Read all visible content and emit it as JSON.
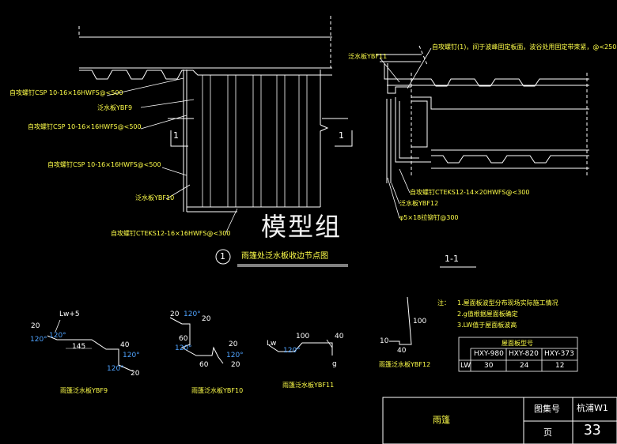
{
  "watermark": "模型组",
  "main_view": {
    "annotations": [
      "自攻螺钉CSP 10-16×16HWFS@<500",
      "泛水板YBF9",
      "自攻螺钉CSP 10-16×16HWFS@<500",
      "自攻螺钉CSP 10-16×16HWFS@<500",
      "泛水板YBF10",
      "自攻螺钉CTEKS12-16×16HWFS@<300"
    ],
    "section_mark": "1",
    "detail_number": "1",
    "detail_title": "雨篷处泛水板收边节点图"
  },
  "section_view": {
    "annotations": [
      "泛水板YBF11",
      "自攻螺钉(1)，间于波峰固定板面，波谷处用固定带束紧，@<250",
      "自攻螺钉CTEKS12-14×20HWFS@<300",
      "泛水板YBF12",
      "φ5×18拉铆钉@300"
    ],
    "title": "1-1"
  },
  "profiles": {
    "ybf9": {
      "dims": [
        "Lw+5",
        "20",
        "120°",
        "120°",
        "145",
        "40",
        "120°",
        "120°",
        "20"
      ],
      "label": "雨篷泛水板YBF9"
    },
    "ybf10": {
      "dims": [
        "20",
        "120°",
        "20",
        "60",
        "120°",
        "20",
        "60",
        "20",
        "120°"
      ],
      "label": "雨篷泛水板YBF10"
    },
    "ybf11": {
      "dims": [
        "100",
        "Lw",
        "120°",
        "40",
        "g"
      ],
      "label": "雨篷泛水板YBF11"
    },
    "ybf12": {
      "dims": [
        "100",
        "10",
        "40"
      ],
      "label": "雨篷泛水板YBF12"
    }
  },
  "notes": {
    "prefix": "注：",
    "items": [
      "1.屋面板波型分布现场实际施工情况",
      "2.g值根据屋面板确定",
      "3.LW值于屋面板波高"
    ]
  },
  "table": {
    "title": "屋面板型号",
    "models": [
      "HXY-980",
      "HXY-820",
      "HXY-373"
    ],
    "row_label": "LW",
    "values": [
      "30",
      "24",
      "12"
    ]
  },
  "title_block": {
    "name": "雨篷",
    "atlas_label": "图集号",
    "atlas_value": "杭浦W1",
    "page_label": "页",
    "page_value": "33"
  },
  "colors": {
    "background": "#000000",
    "line": "#ffffff",
    "text": "#ffff4a",
    "angle": "#4fa3ff"
  }
}
